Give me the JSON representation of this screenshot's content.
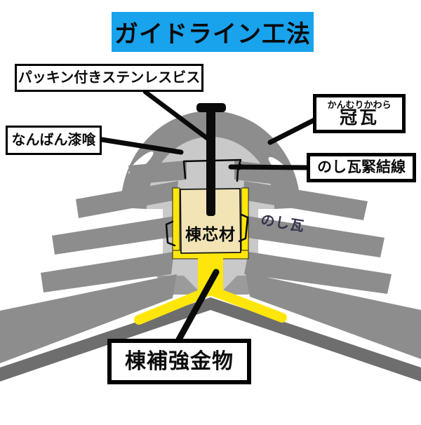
{
  "title": {
    "text": "ガイドライン工法"
  },
  "callout_labels": {
    "packing_screw": "パッキン付きステンレスビス",
    "nanban_plaster": "なんばん漆喰",
    "crown_tile_furigana": "かんむりかわら",
    "crown_tile": "冠瓦",
    "noshi_tile_wire": "のし瓦緊結線",
    "ridge_hardware": "棟補強金物"
  },
  "inline_labels": {
    "noshi_tile": "のし瓦",
    "ridge_core": "棟芯材"
  },
  "colors": {
    "title_bg": "#18a3ec",
    "label_border": "#000000",
    "tile_gray": "#8d8d8d",
    "sheathing_dark_gray": "#6e6e6e",
    "plaster_light_gray": "#c9c9c9",
    "wedge_mid_gray": "#9b9b9b",
    "core_beige": "#f3e4b5",
    "hardware_yellow": "#ffe60a",
    "noshi_text_color": "#33334a",
    "line_black": "#0a0a0a"
  }
}
